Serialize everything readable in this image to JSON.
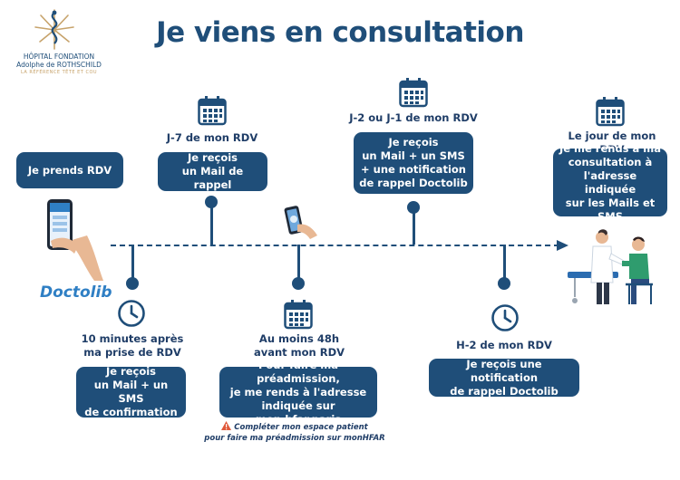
{
  "title": "Je viens en consultation",
  "logo": {
    "name_line1": "HÔPITAL FONDATION",
    "name_line2": "Adolphe de ROTHSCHILD",
    "tagline": "LA RÉFÉRENCE TÊTE ET COU"
  },
  "start": {
    "box": "Je prends RDV",
    "brand": "Doctolib"
  },
  "steps_top": [
    {
      "label": "J-7 de mon RDV",
      "box": [
        "Je reçois",
        "un Mail de rappel"
      ]
    },
    {
      "label": "J-2 ou J-1 de mon RDV",
      "box": [
        "Je reçois",
        "un Mail + un SMS",
        "+ une notification",
        "de rappel Doctolib"
      ]
    },
    {
      "label": "Le jour de mon RDV",
      "box": [
        "Je me rends à ma",
        "consultation à",
        "l'adresse indiquée",
        "sur les Mails et SMS"
      ]
    }
  ],
  "steps_bottom": [
    {
      "label": [
        "10 minutes après",
        "ma prise de RDV"
      ],
      "box": [
        "Je reçois",
        "un Mail + un SMS",
        "de confirmation"
      ]
    },
    {
      "label": [
        "Au moins 48h",
        "avant mon RDV"
      ],
      "box": [
        "Pour faire ma préadmission,",
        "je me rends à l'adresse",
        "indiquée sur mon.hfar.paris"
      ]
    },
    {
      "label": [
        "H-2 de mon RDV"
      ],
      "box": [
        "Je reçois une notification",
        "de rappel Doctolib"
      ]
    }
  ],
  "warning": {
    "line1": "Compléter mon espace patient",
    "line2": "pour faire ma préadmission sur monHFAR"
  },
  "colors": {
    "primary": "#1f4e79",
    "accent": "#2f7fc4",
    "warning": "#e0593a"
  }
}
